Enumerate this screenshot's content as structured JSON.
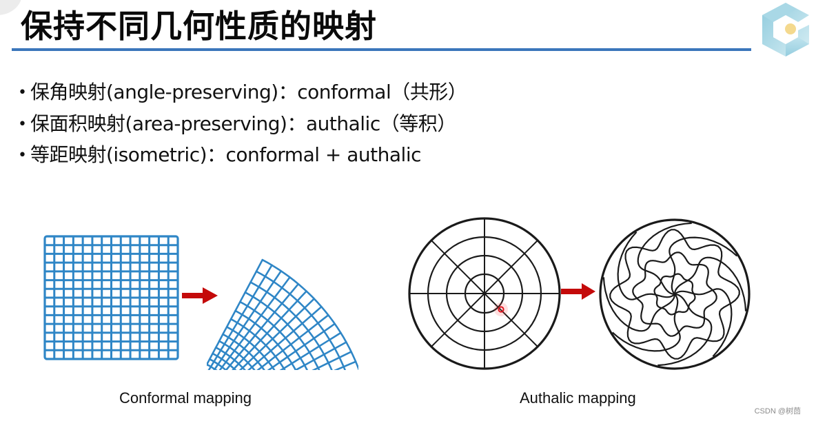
{
  "slide": {
    "title": "保持不同几何性质的映射",
    "accent_color": "#3b76bb",
    "bullets": [
      {
        "text": "保角映射(angle-preserving)：conformal（共形）"
      },
      {
        "text": "保面积映射(area-preserving)：authalic（等积）"
      },
      {
        "text": "等距映射(isometric)：conformal + authalic"
      }
    ],
    "bullet_symbol": "•"
  },
  "figures": {
    "conformal": {
      "caption": "Conformal mapping",
      "grid_color": "#2f86c6",
      "grid_cells": 14,
      "arrow_color": "#c40a0a"
    },
    "authalic": {
      "caption": "Authalic mapping",
      "line_color": "#1a1a1a",
      "rings": 4,
      "spokes": 8,
      "arrow_color": "#c40a0a",
      "cursor_color": "#e0141e"
    }
  },
  "logo": {
    "icon": "cube-logo-icon",
    "colors": [
      "#9fd3e2",
      "#cfe9f0",
      "#f4d98e"
    ]
  },
  "watermark": "CSDN @树茴"
}
